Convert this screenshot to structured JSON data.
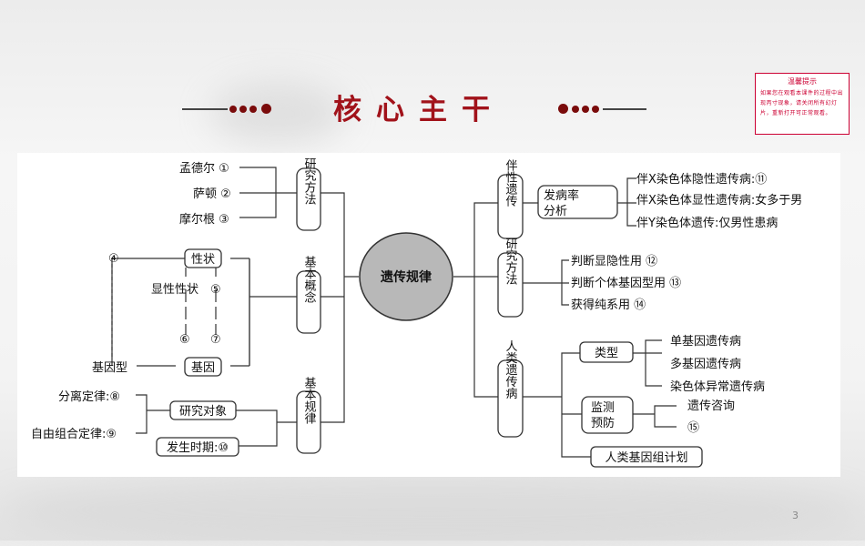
{
  "title": "核心主干",
  "tip": {
    "title": "温馨提示",
    "body": "如果您在观看本课件的过程中出现丙寸现象，请关闭所有幻灯片，重新打开可正常观看。"
  },
  "page_number": "3",
  "center": "遗传规律",
  "left": {
    "research_methods": {
      "label": "研究方法",
      "items": [
        "孟德尔 ①",
        "萨顿 ②",
        "摩尔根 ③"
      ]
    },
    "basic_concepts": {
      "label": "基本概念",
      "trait": "性状",
      "gene": "基因",
      "dominant_trait": "显性性状",
      "n4": "④",
      "n5": "⑤",
      "n6": "⑥",
      "n7": "⑦",
      "genotype": "基因型"
    },
    "basic_laws": {
      "label": "基本规律",
      "research_object": "研究对象",
      "occurrence_time": "发生时期:⑩",
      "segregation": "分离定律:⑧",
      "free_combination": "自由组合定律:⑨"
    }
  },
  "right": {
    "sex_linked": {
      "label": "伴性遗传",
      "analysis": "发病率分析",
      "items": [
        "伴X染色体隐性遗传病:⑪",
        "伴X染色体显性遗传病:女多于男",
        "伴Y染色体遗传:仅男性患病"
      ]
    },
    "research_methods": {
      "label": "研究方法",
      "items": [
        "判断显隐性用 ⑫",
        "判断个体基因型用 ⑬",
        "获得纯系用 ⑭"
      ]
    },
    "human_disease": {
      "label": "人类遗传病",
      "types": "类型",
      "type_items": [
        "单基因遗传病",
        "多基因遗传病",
        "染色体异常遗传病"
      ],
      "monitoring": "监测预防",
      "monitoring_items": [
        "遗传咨询",
        "⑮"
      ],
      "genome_project": "人类基因组计划"
    }
  }
}
